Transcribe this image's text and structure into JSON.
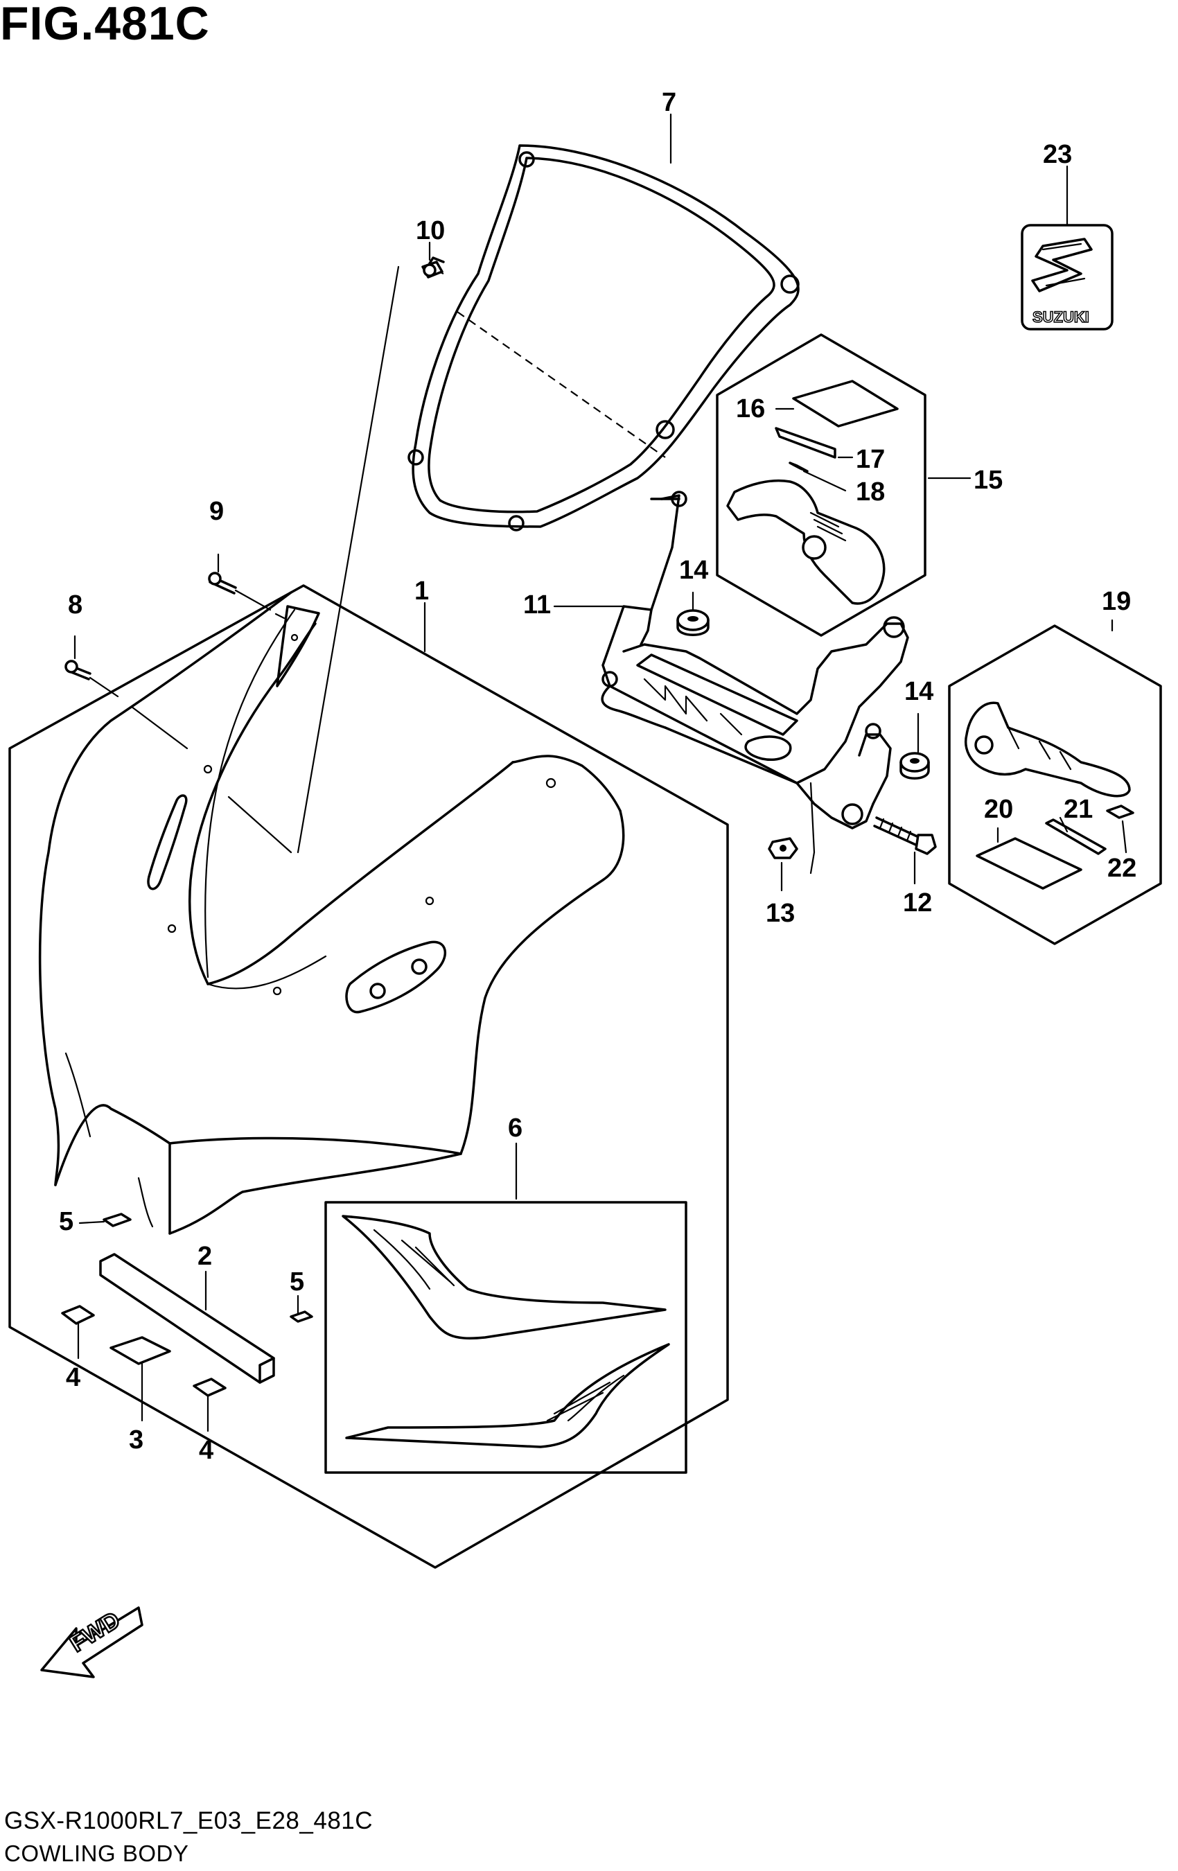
{
  "figure": {
    "title": "FIG.481C",
    "code": "GSX-R1000RL7_E03_E28_481C",
    "name": "COWLING BODY"
  },
  "callouts": [
    {
      "id": "1",
      "label": "1"
    },
    {
      "id": "2",
      "label": "2"
    },
    {
      "id": "3",
      "label": "3"
    },
    {
      "id": "4a",
      "label": "4"
    },
    {
      "id": "4b",
      "label": "4"
    },
    {
      "id": "5a",
      "label": "5"
    },
    {
      "id": "5b",
      "label": "5"
    },
    {
      "id": "6",
      "label": "6"
    },
    {
      "id": "7",
      "label": "7"
    },
    {
      "id": "8",
      "label": "8"
    },
    {
      "id": "9",
      "label": "9"
    },
    {
      "id": "10",
      "label": "10"
    },
    {
      "id": "11",
      "label": "11"
    },
    {
      "id": "12",
      "label": "12"
    },
    {
      "id": "13",
      "label": "13"
    },
    {
      "id": "14a",
      "label": "14"
    },
    {
      "id": "14b",
      "label": "14"
    },
    {
      "id": "15",
      "label": "15"
    },
    {
      "id": "16",
      "label": "16"
    },
    {
      "id": "17",
      "label": "17"
    },
    {
      "id": "18",
      "label": "18"
    },
    {
      "id": "19",
      "label": "19"
    },
    {
      "id": "20",
      "label": "20"
    },
    {
      "id": "21",
      "label": "21"
    },
    {
      "id": "22",
      "label": "22"
    },
    {
      "id": "23",
      "label": "23"
    }
  ],
  "emblem": {
    "text": "SUZUKI"
  },
  "direction": {
    "text": "FWD"
  }
}
